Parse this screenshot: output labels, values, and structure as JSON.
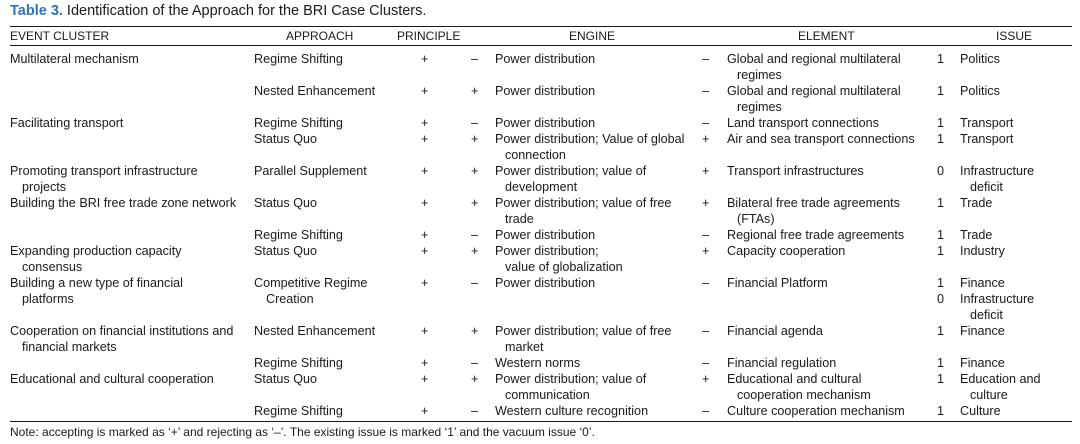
{
  "caption": {
    "label": "Table 3.",
    "title": "Identification of the Approach for the BRI Case Clusters."
  },
  "headers": {
    "event_cluster": "EVENT CLUSTER",
    "approach": "APPROACH",
    "principle": "PRINCIPLE",
    "engine": "ENGINE",
    "element": "ELEMENT",
    "issue": "ISSUE"
  },
  "rows": [
    {
      "cluster": [
        "Multilateral mechanism"
      ],
      "approach": [
        "Regime Shifting"
      ],
      "p1": "+",
      "p2": "–",
      "engine": [
        "Power distribution"
      ],
      "esign": "–",
      "element": [
        "Global and regional multilateral",
        "regimes"
      ],
      "num": "1",
      "issue": [
        "Politics"
      ]
    },
    {
      "cluster": [],
      "approach": [
        "Nested Enhancement"
      ],
      "p1": "+",
      "p2": "+",
      "engine": [
        "Power distribution"
      ],
      "esign": "–",
      "element": [
        "Global and regional multilateral",
        "regimes"
      ],
      "num": "1",
      "issue": [
        "Politics"
      ]
    },
    {
      "cluster": [
        "Facilitating transport"
      ],
      "approach": [
        "Regime Shifting"
      ],
      "p1": "+",
      "p2": "–",
      "engine": [
        "Power distribution"
      ],
      "esign": "–",
      "element": [
        "Land transport connections"
      ],
      "num": "1",
      "issue": [
        "Transport"
      ]
    },
    {
      "cluster": [],
      "approach": [
        "Status Quo"
      ],
      "p1": "+",
      "p2": "+",
      "engine": [
        "Power distribution; Value of global",
        "connection"
      ],
      "esign": "+",
      "element": [
        "Air and sea transport connections"
      ],
      "num": "1",
      "issue": [
        "Transport"
      ]
    },
    {
      "cluster": [
        "Promoting transport infrastructure",
        "projects"
      ],
      "approach": [
        "Parallel Supplement"
      ],
      "p1": "+",
      "p2": "+",
      "engine": [
        "Power distribution; value of",
        "development"
      ],
      "esign": "+",
      "element": [
        "Transport infrastructures"
      ],
      "num": "0",
      "issue": [
        "Infrastructure",
        "deficit"
      ]
    },
    {
      "cluster": [
        "Building the BRI free trade zone network"
      ],
      "approach": [
        "Status Quo"
      ],
      "p1": "+",
      "p2": "+",
      "engine": [
        "Power distribution; value of free",
        "trade"
      ],
      "esign": "+",
      "element": [
        "Bilateral free trade agreements",
        "(FTAs)"
      ],
      "num": "1",
      "issue": [
        "Trade"
      ]
    },
    {
      "cluster": [],
      "approach": [
        "Regime Shifting"
      ],
      "p1": "+",
      "p2": "–",
      "engine": [
        "Power distribution"
      ],
      "esign": "–",
      "element": [
        "Regional free trade agreements"
      ],
      "num": "1",
      "issue": [
        "Trade"
      ]
    },
    {
      "cluster": [
        "Expanding production capacity",
        "consensus"
      ],
      "approach": [
        "Status Quo"
      ],
      "p1": "+",
      "p2": "+",
      "engine": [
        "Power distribution;",
        "value of globalization"
      ],
      "esign": "+",
      "element": [
        "Capacity cooperation"
      ],
      "num": "1",
      "issue": [
        "Industry"
      ]
    },
    {
      "cluster": [
        "Building a new type of financial",
        "platforms"
      ],
      "approach": [
        "Competitive Regime",
        "Creation"
      ],
      "p1": "+",
      "p2": "–",
      "engine": [
        "Power distribution"
      ],
      "esign": "–",
      "element": [
        "Financial Platform"
      ],
      "num": "1",
      "issue": [
        "Finance"
      ]
    },
    {
      "cluster": [],
      "approach": [],
      "p1": "",
      "p2": "",
      "engine": [],
      "esign": "",
      "element": [],
      "num": "0",
      "issue": [
        "Infrastructure",
        "deficit"
      ]
    },
    {
      "cluster": [
        "Cooperation on financial institutions and",
        "financial markets"
      ],
      "approach": [
        "Nested Enhancement"
      ],
      "p1": "+",
      "p2": "+",
      "engine": [
        "Power distribution; value of free",
        "market"
      ],
      "esign": "–",
      "element": [
        "Financial agenda"
      ],
      "num": "1",
      "issue": [
        "Finance"
      ]
    },
    {
      "cluster": [],
      "approach": [
        "Regime Shifting"
      ],
      "p1": "+",
      "p2": "–",
      "engine": [
        "Western norms"
      ],
      "esign": "–",
      "element": [
        "Financial regulation"
      ],
      "num": "1",
      "issue": [
        "Finance"
      ]
    },
    {
      "cluster": [
        "Educational and cultural cooperation"
      ],
      "approach": [
        "Status Quo"
      ],
      "p1": "+",
      "p2": "+",
      "engine": [
        "Power distribution; value of",
        "communication"
      ],
      "esign": "+",
      "element": [
        "Educational and cultural",
        "cooperation mechanism"
      ],
      "num": "1",
      "issue": [
        "Education and",
        "culture"
      ]
    },
    {
      "cluster": [],
      "approach": [
        "Regime Shifting"
      ],
      "p1": "+",
      "p2": "–",
      "engine": [
        "Western culture recognition"
      ],
      "esign": "–",
      "element": [
        "Culture cooperation mechanism"
      ],
      "num": "1",
      "issue": [
        "Culture"
      ]
    }
  ],
  "note": "Note: accepting is marked as ‘+’ and rejecting as ‘–’. The existing issue is marked ‘1’ and the vacuum issue ‘0’."
}
